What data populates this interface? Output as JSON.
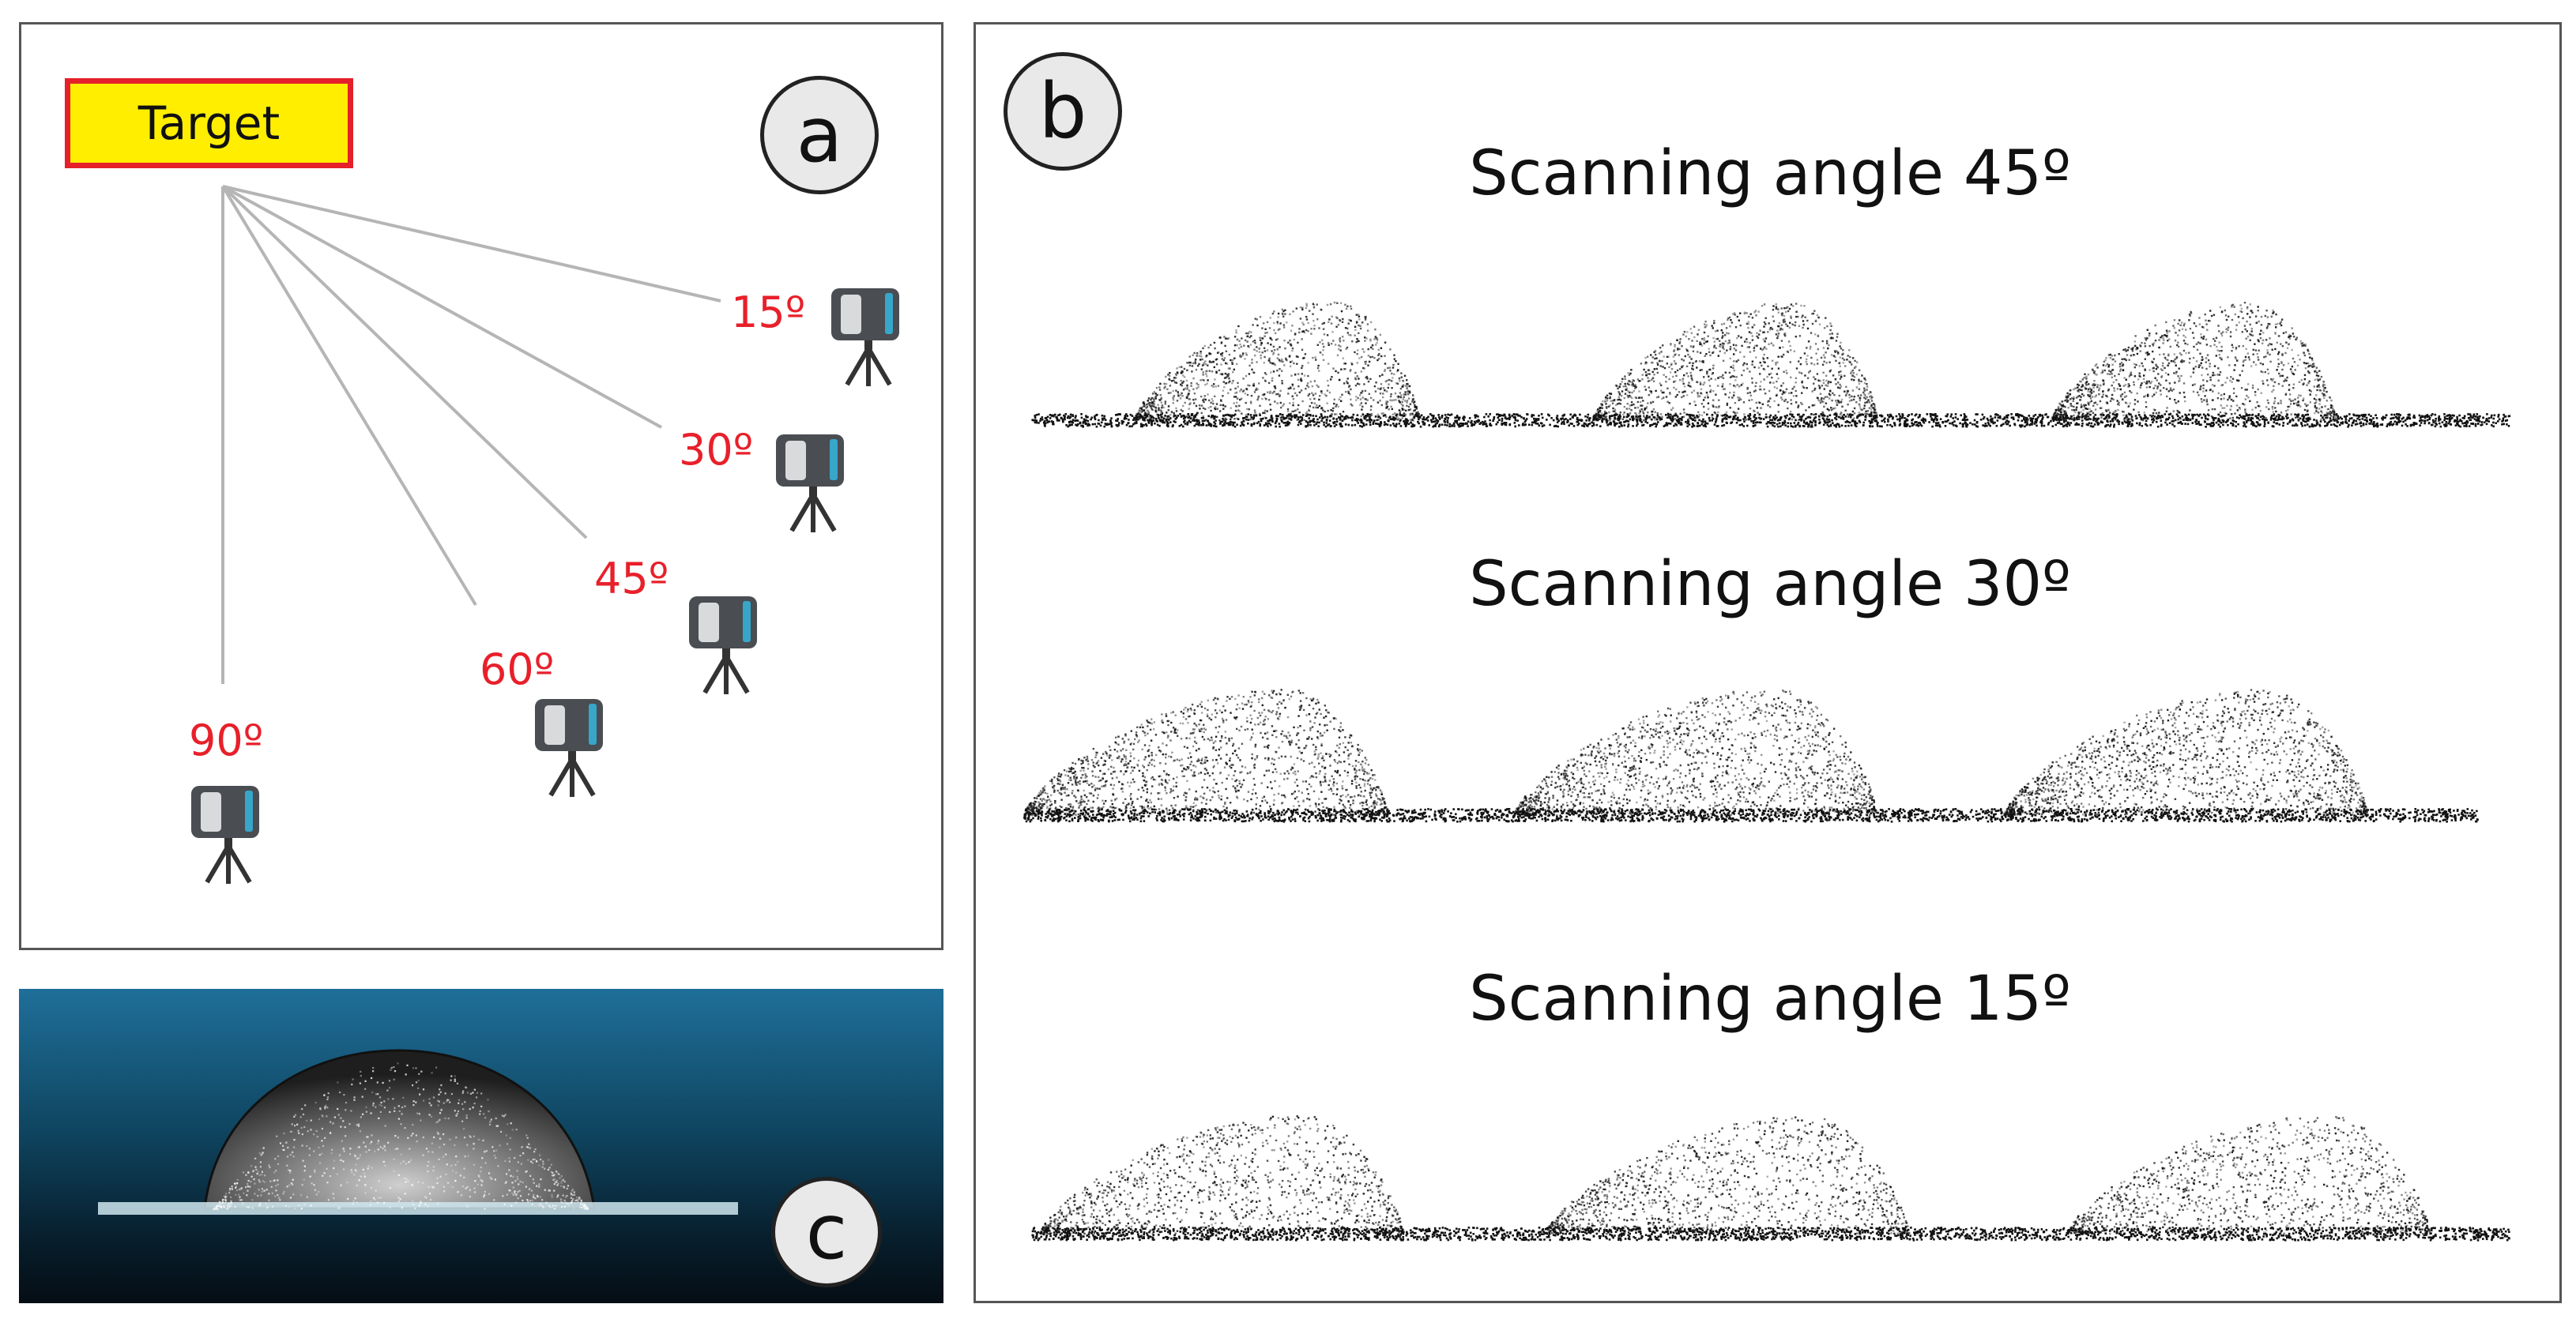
{
  "panel_a": {
    "label": "a",
    "target_label": "Target",
    "angles": [
      "15º",
      "30º",
      "45º",
      "60º",
      "90º"
    ],
    "icons": [
      "laser-scanner-icon"
    ]
  },
  "panel_b": {
    "label": "b",
    "scans": [
      {
        "title": "Scanning angle 45º"
      },
      {
        "title": "Scanning angle 30º"
      },
      {
        "title": "Scanning angle 15º"
      }
    ]
  },
  "panel_c": {
    "label": "c"
  },
  "colors": {
    "angle_text": "#e8202a",
    "target_fill": "#ffee00",
    "target_border": "#e5202a",
    "panel_c_background_top": "#1f6f9a",
    "panel_c_background_bottom": "#050d14"
  }
}
